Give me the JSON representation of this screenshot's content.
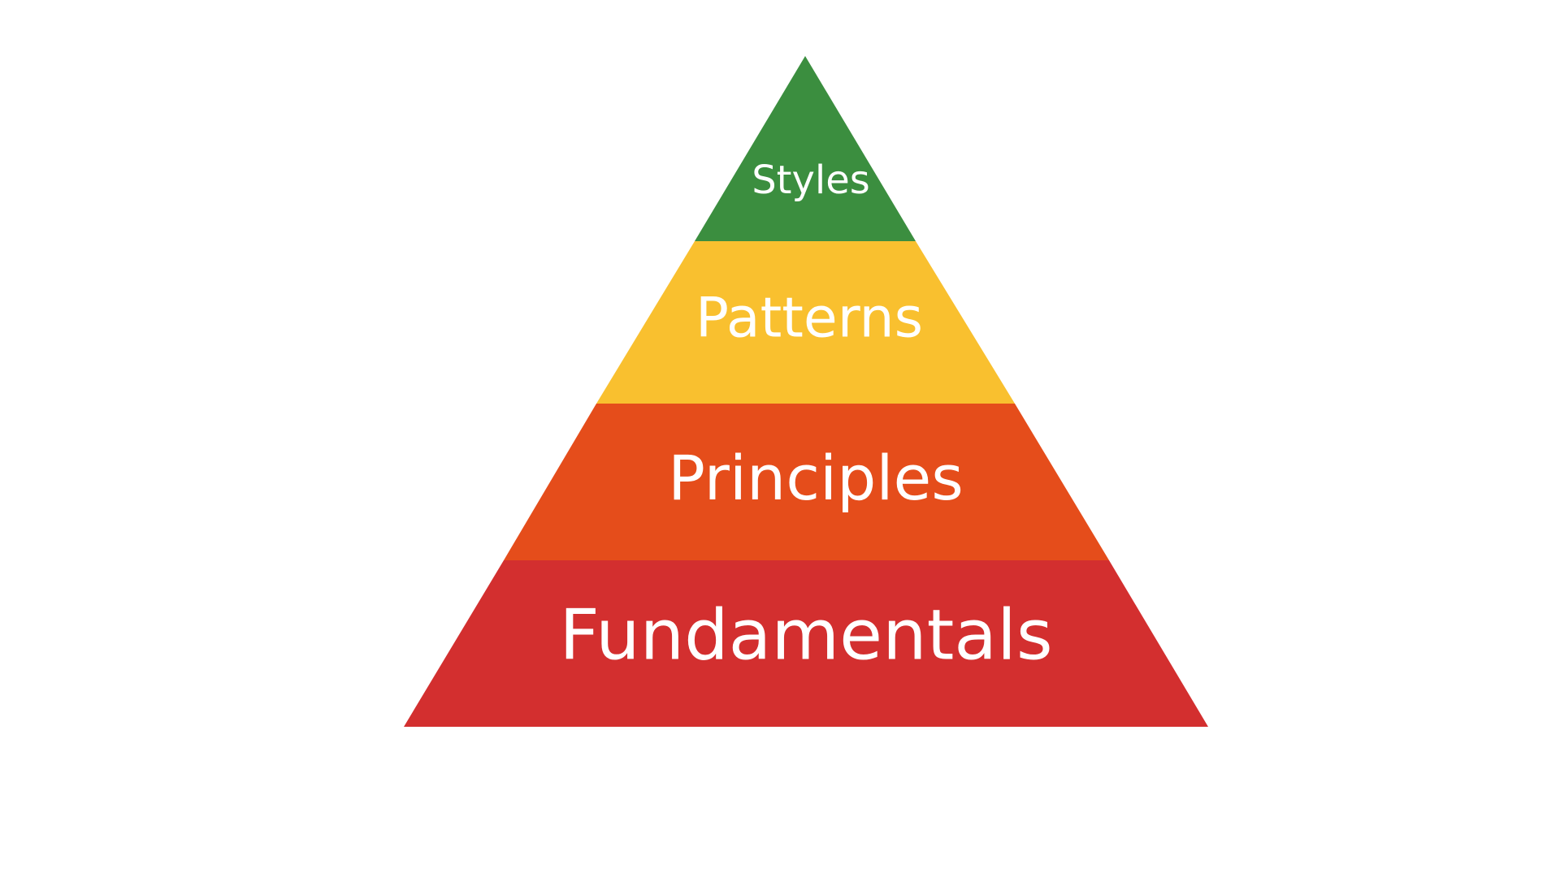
{
  "diagram": {
    "type": "pyramid",
    "tiers": [
      {
        "label": "Styles",
        "color": "#3B8E3F"
      },
      {
        "label": "Patterns",
        "color": "#F9C02F"
      },
      {
        "label": "Principles",
        "color": "#E54D1B"
      },
      {
        "label": "Fundamentals",
        "color": "#D32F2F"
      }
    ]
  }
}
